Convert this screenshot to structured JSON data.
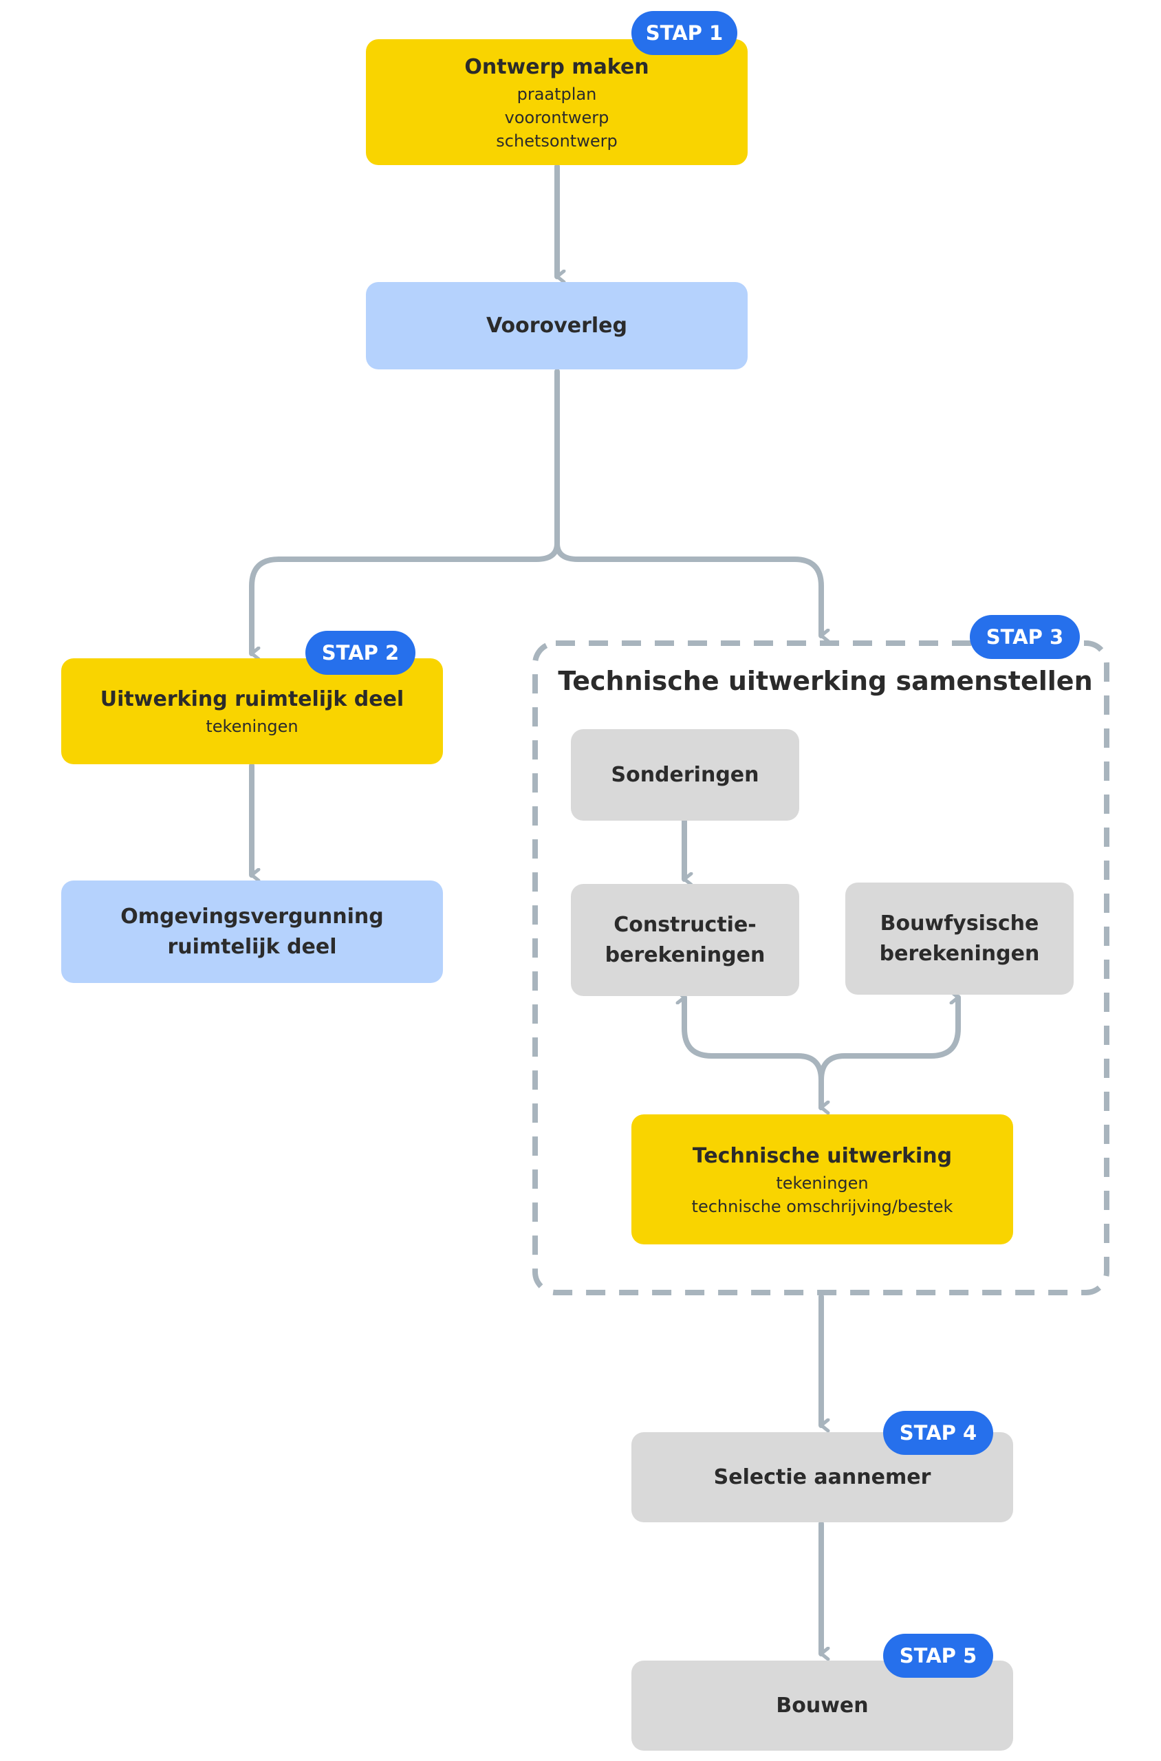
{
  "colors": {
    "step_yellow": "#f9d400",
    "consult_blue": "#b5d2fd",
    "neutral_gray": "#d9d9d9",
    "badge_blue": "#2670ec",
    "connector_gray": "#a8b4bd"
  },
  "nodes": {
    "ontwerp": {
      "title": "Ontwerp maken",
      "lines": [
        "praatplan",
        "voorontwerp",
        "schetsontwerp"
      ]
    },
    "vooroverleg": {
      "title": "Vooroverleg"
    },
    "uitwerking_ruimtelijk": {
      "title": "Uitwerking ruimtelijk deel",
      "lines": [
        "tekeningen"
      ]
    },
    "omgevingsvergunning": {
      "title": "Omgevingsvergunning\nruimtelijk deel"
    },
    "sonderingen": {
      "title": "Sonderingen"
    },
    "constructie": {
      "title": "Constructie-\nberekeningen"
    },
    "bouwfysisch": {
      "title": "Bouwfysische\nberekeningen"
    },
    "technische_uitwerking": {
      "title": "Technische uitwerking",
      "lines": [
        "tekeningen",
        "technische omschrijving/bestek"
      ]
    },
    "selectie": {
      "title": "Selectie aannemer"
    },
    "bouwen": {
      "title": "Bouwen"
    }
  },
  "group": {
    "title": "Technische uitwerking samenstellen"
  },
  "badges": {
    "stap1": "STAP 1",
    "stap2": "STAP 2",
    "stap3": "STAP 3",
    "stap4": "STAP 4",
    "stap5": "STAP 5"
  }
}
